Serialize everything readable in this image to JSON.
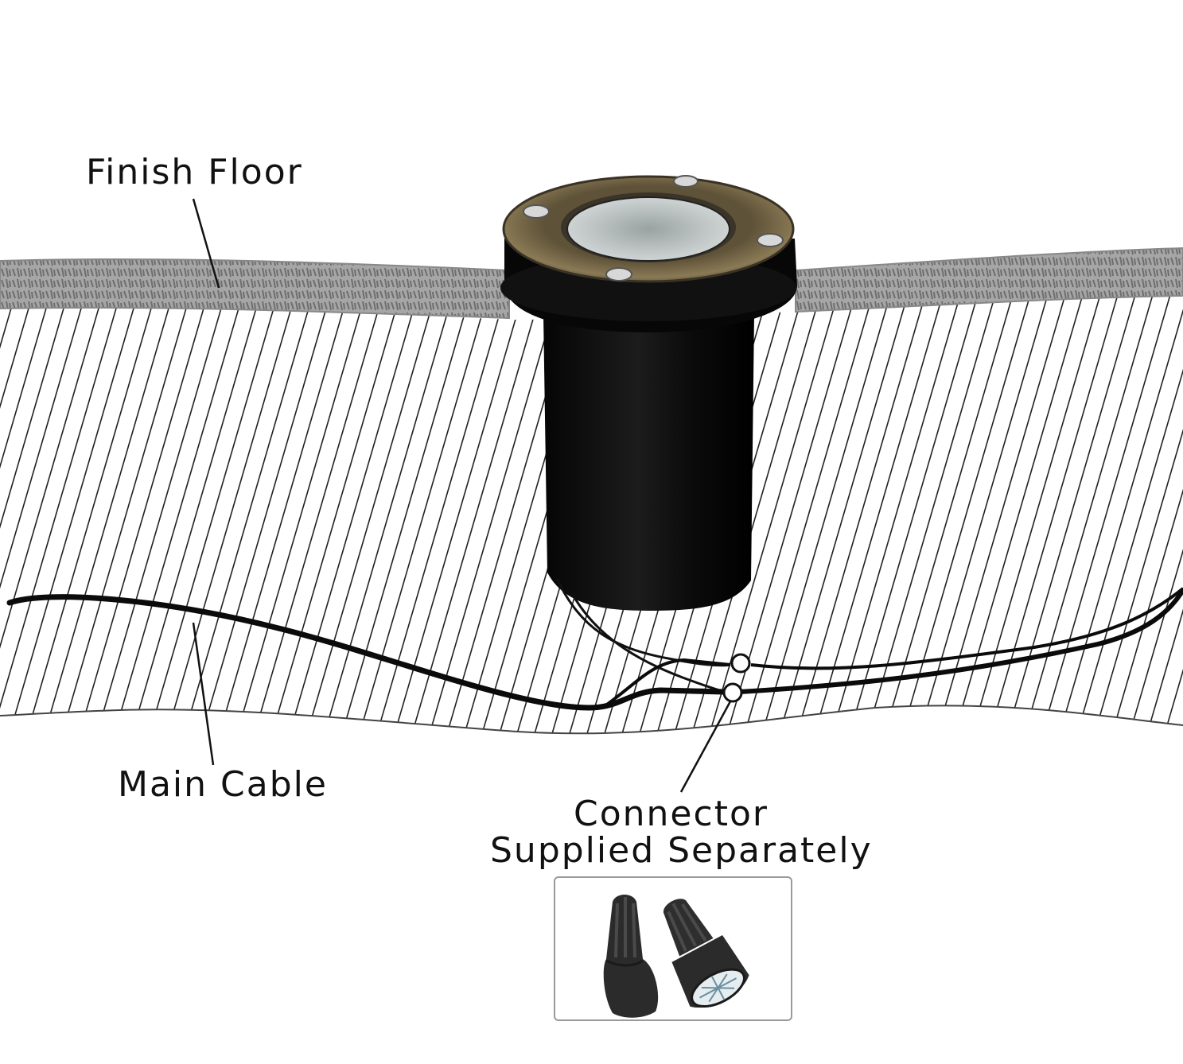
{
  "labels": {
    "finish_floor": "Finish Floor",
    "main_cable": "Main Cable",
    "connector_line1": "Connector",
    "connector_line2": "Supplied Separately"
  },
  "colors": {
    "floor_band": "#a8a8a8",
    "hatch": "#222222",
    "fixture_body": "#0d0d0d",
    "brass_trim": "#7a6a47",
    "lens": "#cfd6d4",
    "cable": "#111111",
    "connector_cap": "#2b2b2b"
  },
  "icons": {
    "fixture": "in-ground-well-light-icon",
    "connector": "wire-nut-connector-icon"
  }
}
